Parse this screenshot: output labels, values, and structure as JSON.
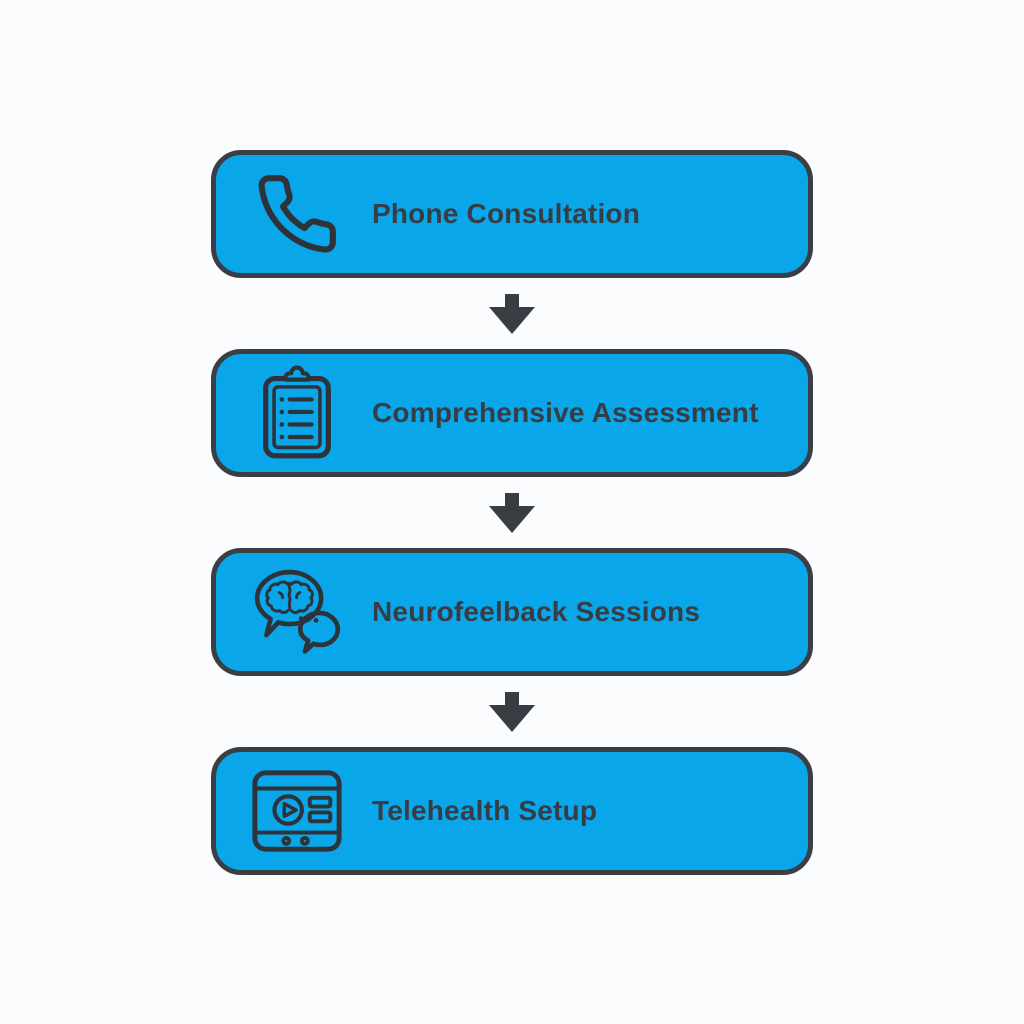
{
  "flowchart": {
    "steps": [
      {
        "label": "Phone Consultation",
        "icon": "phone-icon"
      },
      {
        "label": "Comprehensive Assessment",
        "icon": "clipboard-checklist-icon"
      },
      {
        "label": "Neurofeelback Sessions",
        "icon": "brain-chat-icon"
      },
      {
        "label": "Telehealth Setup",
        "icon": "telehealth-monitor-icon"
      }
    ],
    "connector_icon": "down-arrow-icon",
    "colors": {
      "box_fill": "#09A6EA",
      "box_border": "#3A3F46",
      "label_text": "#383D44",
      "icon_stroke": "#2E3339",
      "arrow_fill": "#383D44",
      "background": "#FBFCFD"
    }
  }
}
